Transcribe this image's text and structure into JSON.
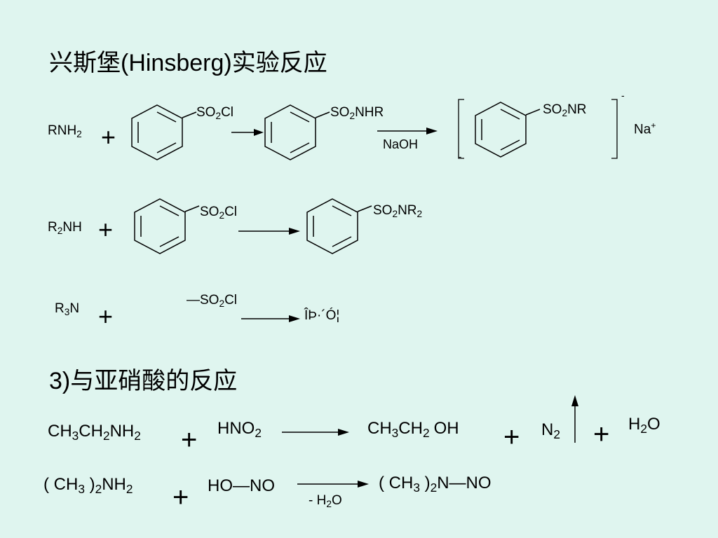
{
  "titles": {
    "hinsberg": "兴斯堡(Hinsberg)实验反应",
    "nitrous": "3)与亚硝酸的反应"
  },
  "row1": {
    "amine": [
      "RNH",
      "2"
    ],
    "plus": "+",
    "reagent": [
      "SO",
      "2",
      "Cl"
    ],
    "product": [
      "SO",
      "2",
      "NHR"
    ],
    "condition": "NaOH",
    "salt": [
      "SO",
      "2",
      "NR"
    ],
    "bracket_charge": "-",
    "counter_ion": [
      "Na",
      "+"
    ]
  },
  "row2": {
    "amine": [
      "R",
      "2",
      "NH"
    ],
    "plus": "+",
    "reagent": [
      "SO",
      "2",
      "Cl"
    ],
    "product": [
      "SO",
      "2",
      "NR",
      "2"
    ]
  },
  "row3": {
    "amine": [
      "R",
      "3",
      "N"
    ],
    "plus": "+",
    "reagent": [
      "—SO",
      "2",
      "Cl"
    ],
    "result": "ÎÞ·´Ó¦"
  },
  "row4": {
    "reactant": [
      "CH",
      "3",
      "CH",
      "2",
      "NH",
      "2"
    ],
    "plus": "+",
    "acid": [
      "HNO",
      "2"
    ],
    "product": [
      "CH",
      "3",
      "CH",
      "2",
      "OH"
    ],
    "gas": [
      "N",
      "2"
    ],
    "water": [
      "H",
      "2",
      "O"
    ]
  },
  "row5": {
    "reactant": [
      "( CH",
      "3",
      " )",
      "2",
      "NH",
      "2"
    ],
    "plus": "+",
    "acid": "HO—NO",
    "condition": [
      "- H",
      "2",
      "O"
    ],
    "product": [
      "( CH",
      "3",
      " )",
      "2",
      "N—NO"
    ]
  }
}
